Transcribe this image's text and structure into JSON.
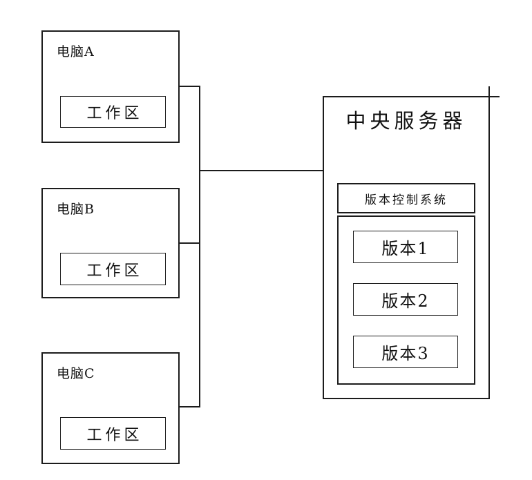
{
  "diagram": {
    "computers": [
      {
        "label": "电脑A",
        "workspace": "工作区"
      },
      {
        "label": "电脑B",
        "workspace": "工作区"
      },
      {
        "label": "电脑C",
        "workspace": "工作区"
      }
    ],
    "server": {
      "title": "中央服务器",
      "vcs": {
        "title": "版本控制系统",
        "versions": [
          "版本1",
          "版本2",
          "版本3"
        ]
      }
    },
    "colors": {
      "line": "#1c1c1c",
      "background": "#ffffff"
    }
  }
}
